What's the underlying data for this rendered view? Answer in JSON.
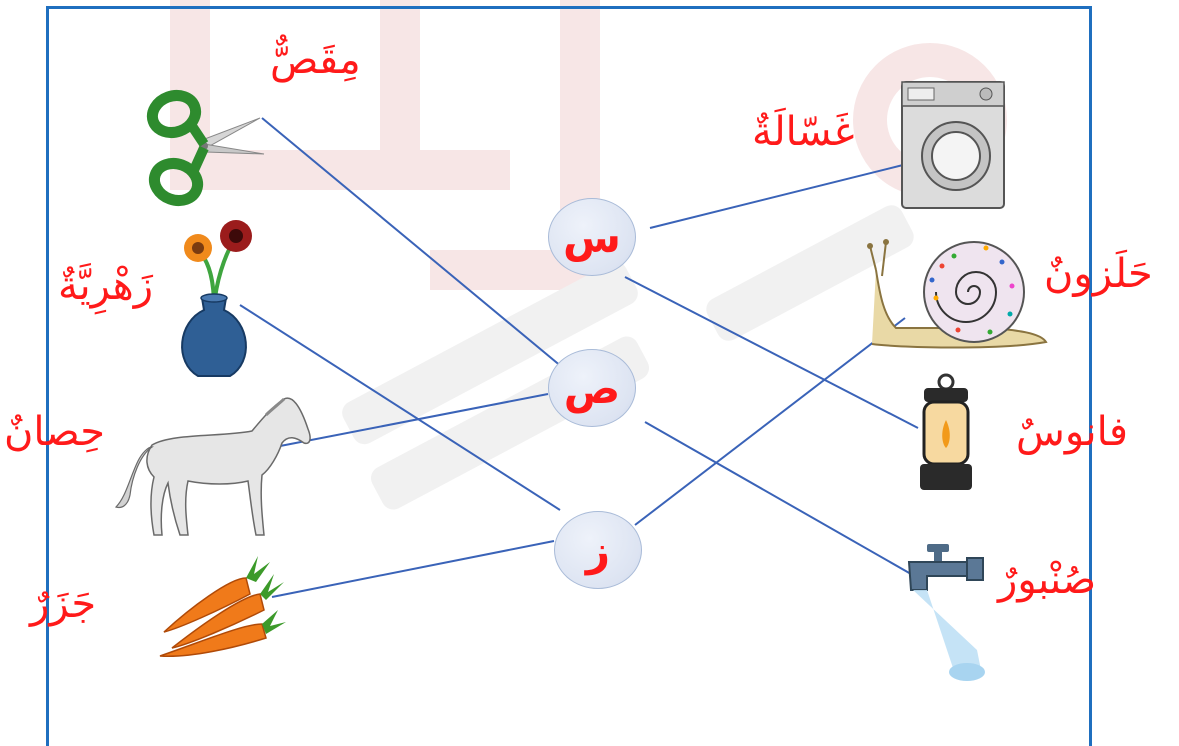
{
  "letters": {
    "seen": "س",
    "sad": "ص",
    "zay": "ز"
  },
  "words": {
    "scissors": "مِقَصٌّ",
    "vase": "زَهْرِيَّةٌ",
    "horse": "حِصانٌ",
    "carrots": "جَزَرٌ",
    "washer": "غَسّالَةٌ",
    "snail": "حَلَزونٌ",
    "lantern": "فانوسٌ",
    "tap": "صُنْبورٌ"
  },
  "colors": {
    "frame": "#1f6fbf",
    "word_text": "#ff1a1a",
    "link_line": "#3a63b8",
    "letter_circle": "#dde4f2"
  },
  "icons": {
    "scissors": "scissors-icon",
    "vase": "flower-vase-icon",
    "horse": "horse-icon",
    "carrots": "carrots-icon",
    "washer": "washing-machine-icon",
    "snail": "snail-icon",
    "lantern": "lantern-icon",
    "tap": "water-tap-icon"
  }
}
